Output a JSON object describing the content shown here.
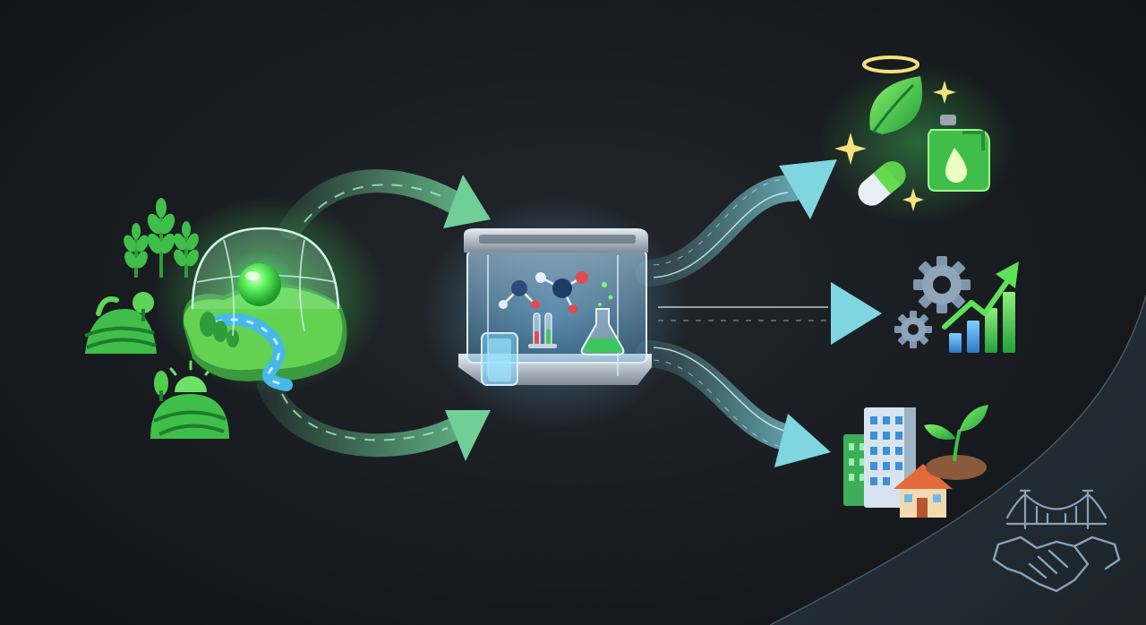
{
  "colors": {
    "background": "#15181c",
    "flow_green": "#6fcf97",
    "flow_cyan": "#7fd6e0",
    "leaf_green": "#3fbf4a",
    "glow_green": "#4dff6a",
    "glass_blue": "#9fd8ff",
    "metal": "#b8c2cc",
    "panel": "#2a3640",
    "outline": "#7f97ad"
  },
  "nodes": [
    {
      "id": "rural-landscape",
      "icons": [
        "wheat-icon",
        "farm-hills-icon",
        "sunrise-field-icon",
        "biosphere-dome-icon"
      ]
    },
    {
      "id": "research-lab",
      "icons": [
        "lab-cube-icon",
        "molecule-icon",
        "flask-icon",
        "test-tube-icon"
      ]
    },
    {
      "id": "bio-products",
      "icons": [
        "leaf-halo-icon",
        "capsule-icon",
        "biofuel-jerrycan-icon",
        "sparkle-icon"
      ]
    },
    {
      "id": "economic-growth",
      "icons": [
        "gear-icon",
        "growth-chart-icon"
      ]
    },
    {
      "id": "community",
      "icons": [
        "city-buildings-icon",
        "house-icon",
        "sprout-icon"
      ]
    },
    {
      "id": "partnership",
      "icons": [
        "bridge-icon",
        "handshake-icon"
      ]
    }
  ],
  "flows": [
    {
      "from": "rural-landscape",
      "to": "research-lab",
      "route": "upper"
    },
    {
      "from": "rural-landscape",
      "to": "research-lab",
      "route": "lower"
    },
    {
      "from": "research-lab",
      "to": "bio-products"
    },
    {
      "from": "research-lab",
      "to": "economic-growth"
    },
    {
      "from": "research-lab",
      "to": "community"
    }
  ]
}
